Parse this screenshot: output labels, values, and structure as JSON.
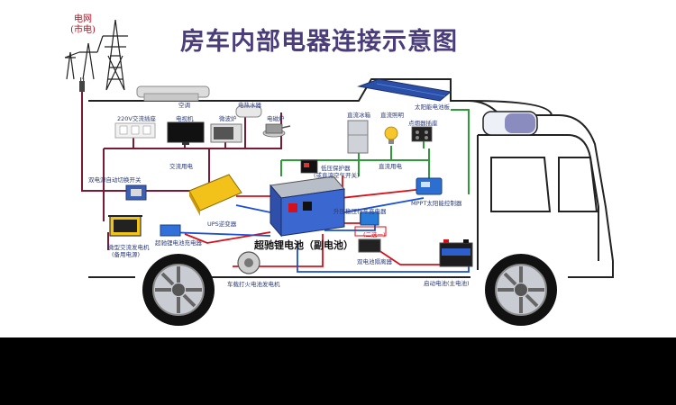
{
  "header": {
    "title": "房车内部电器连接示意图",
    "grid_label": "电网\n(市电)"
  },
  "labels": {
    "socket_220v": "220V交流插座",
    "tv": "电视机",
    "microwave": "微波炉",
    "water_heater": "电热水器",
    "air_conditioner": "空调",
    "induction_cooker": "电磁炉",
    "dc_fridge": "直流冰箱",
    "dc_lighting": "直流照明",
    "dc_socket": "点烟器插座",
    "solar_panel": "太阳能电池板",
    "auto_switch": "双电源自动切换开关",
    "ac_power": "交流用电",
    "ups_inverter": "UPS逆变器",
    "low_voltage_protector": "低压保护器",
    "air_switch": "(或直流空气开关)",
    "dc_power": "直流用电",
    "mppt_controller": "MPPT太阳能控制器",
    "generator": "微型交流发电机",
    "generator_note": "(备用电源)",
    "charger": "超驰锂电池充电器",
    "booster_charger": "升压稳压行车充电器",
    "two_in_one": "(二选一)",
    "dual_isolator": "双电池隔离器",
    "main_battery": "启动电池(主电池)",
    "alternator": "车载打火电池发电机",
    "lithium_battery": "超驰锂电池（副电池）"
  },
  "colors": {
    "ac_wire": "#7b1a35",
    "dc_wire": "#2e9a3a",
    "red_wire": "#d6101a",
    "blue_wire": "#1a4fd6",
    "body_outline": "#222222",
    "title": "#4a3d7a"
  },
  "icons": [
    "power-tower-icon",
    "plug-icon",
    "socket-icon",
    "tv-icon",
    "microwave-icon",
    "water-heater-icon",
    "induction-cooker-icon",
    "fridge-icon",
    "bulb-icon",
    "cigarette-socket-icon",
    "solar-panel-icon",
    "transfer-switch-icon",
    "inverter-icon",
    "protector-icon",
    "mppt-icon",
    "generator-icon",
    "charger-icon",
    "booster-icon",
    "isolator-icon",
    "car-battery-icon",
    "alternator-icon",
    "lithium-battery-icon",
    "wheel-icon"
  ]
}
